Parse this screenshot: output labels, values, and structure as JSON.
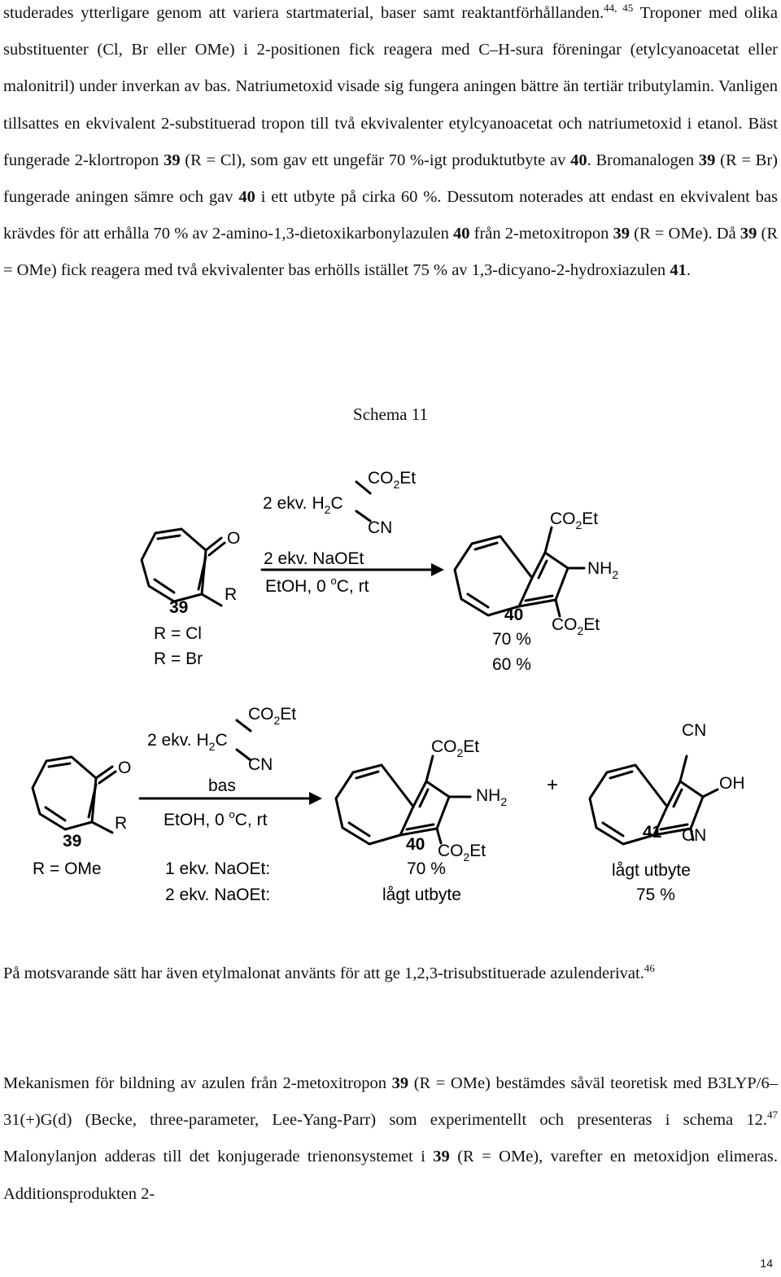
{
  "para1": {
    "l1": "studerades ytterligare genom att variera startmaterial, baser samt reaktantförhållanden.",
    "ref1": "44, 45",
    "l2": "Troponer med olika substituenter (Cl, Br eller OMe) i 2-positionen fick reagera med C–H-sura föreningar (etylcyanoacetat eller malonitril) under inverkan av bas. Natriumetoxid visade sig fungera aningen bättre än tertiär tributylamin. Vanligen tillsattes en ekvivalent 2-substituerad tropon till två ekvivalenter etylcyanoacetat och natriumetoxid i etanol. Bäst fungerade 2-klortropon ",
    "c39a": "39",
    "l3": " (R = Cl), som gav ett ungefär 70 %-igt produktutbyte av ",
    "c40a": "40",
    "l4": ". Bromanalogen ",
    "c39b": "39",
    "l5": " (R = Br) fungerade aningen sämre och gav ",
    "c40b": "40",
    "l6": " i ett utbyte på cirka 60 %. Dessutom noterades att endast en ekvivalent bas krävdes för att erhålla 70 % av 2-amino-1,3-dietoxikarbonylazulen ",
    "c40c": "40",
    "l7": " från 2-metoxitropon ",
    "c39c": "39",
    "l8": " (R = OMe). Då ",
    "c39d": "39",
    "l9": " (R = OMe) fick reagera med två ekvivalenter bas erhölls istället 75 % av 1,3-dicyano-2-hydroxiazulen ",
    "c41": "41",
    "l10": "."
  },
  "scheme": {
    "caption": "Schema 11",
    "r1": {
      "reagent_eq": "2 ekv.",
      "co2et": "CO",
      "sub2": "2",
      "et": "Et",
      "h2c_h": "H",
      "h2c_c": "C",
      "cn": "CN",
      "base": "2 ekv. NaOEt",
      "cond_a": "EtOH, 0 ",
      "cond_o": "o",
      "cond_b": "C, rt",
      "o": "O",
      "r": "R",
      "cmpd_start": "39",
      "rcl": "R = Cl",
      "rbr": "R = Br",
      "nh": "NH",
      "cmpd_prod": "40",
      "y1": "70 %",
      "y2": "60 %"
    },
    "r2": {
      "base_word": "bas",
      "rome": "R = OMe",
      "plus": "+",
      "oh": "OH",
      "cmpd41": "41",
      "eq1": "1 ekv. NaOEt:",
      "eq2": "2 ekv. NaOEt:",
      "y40a": "70 %",
      "y40b": "lågt utbyte",
      "y41a": "lågt utbyte",
      "y41b": "75 %"
    }
  },
  "para2": {
    "text": "På motsvarande sätt har även etylmalonat använts för att ge 1,2,3-trisubstituerade azulenderivat.",
    "ref": "46"
  },
  "para3": {
    "a": "Mekanismen för bildning av azulen från 2-metoxitropon ",
    "c39": "39",
    "b": " (R = OMe) bestämdes såväl teoretisk med B3LYP/6–31(+)G(d) (Becke, three-parameter, Lee-Yang-Parr) som experimentellt och presenteras i schema 12.",
    "ref": "47",
    "c": " Malonylanjon adderas till det konjugerade trienonsystemet i ",
    "c39b": "39",
    "d": " (R = OMe), varefter en metoxidjon elimeras. Additionsprodukten 2-"
  },
  "page_number": "14"
}
